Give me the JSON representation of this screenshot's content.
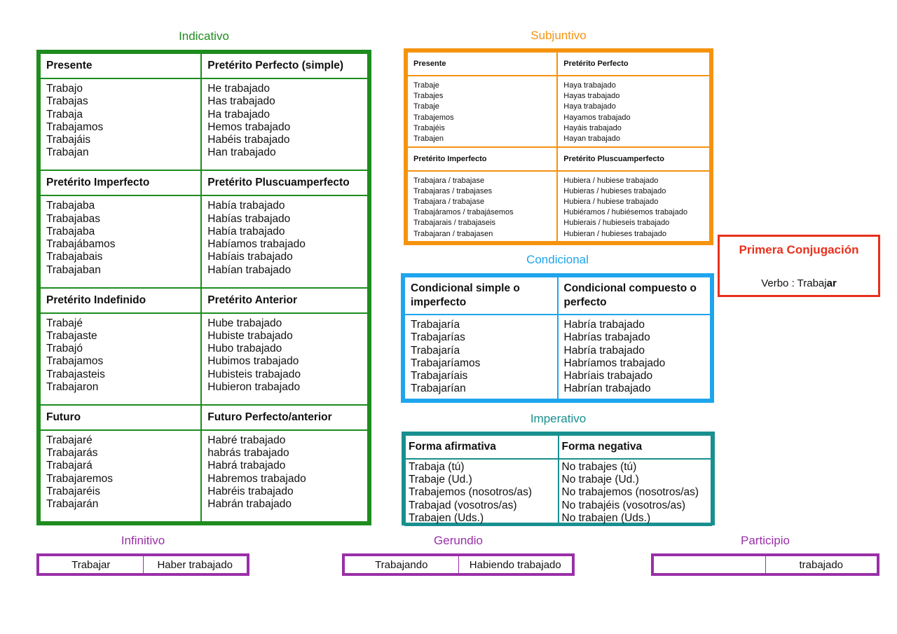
{
  "indicativo": {
    "title": "Indicativo",
    "blocks": [
      {
        "left_header": "Presente",
        "right_header": "Pretérito Perfecto (simple)",
        "left": [
          "Trabajo",
          "Trabajas",
          "Trabaja",
          "Trabajamos",
          "Trabajáis",
          "Trabajan"
        ],
        "right": [
          "He trabajado",
          "Has trabajado",
          "Ha trabajado",
          "Hemos trabajado",
          "Habéis trabajado",
          "Han trabajado"
        ]
      },
      {
        "left_header": "Pretérito Imperfecto",
        "right_header": "Pretérito Pluscuamperfecto",
        "left": [
          "Trabajaba",
          "Trabajabas",
          "Trabajaba",
          "Trabajábamos",
          "Trabajabais",
          "Trabajaban"
        ],
        "right": [
          "Había trabajado",
          "Habías trabajado",
          "Había trabajado",
          "Habíamos trabajado",
          "Habíais trabajado",
          "Habían trabajado"
        ]
      },
      {
        "left_header": "Pretérito Indefinido",
        "right_header": "Pretérito Anterior",
        "left": [
          "Trabajé",
          "Trabajaste",
          "Trabajó",
          "Trabajamos",
          "Trabajasteis",
          "Trabajaron"
        ],
        "right": [
          "Hube trabajado",
          "Hubiste trabajado",
          "Hubo trabajado",
          "Hubimos trabajado",
          "Hubisteis trabajado",
          "Hubieron trabajado"
        ]
      },
      {
        "left_header": "Futuro",
        "right_header": "Futuro Perfecto/anterior",
        "left": [
          "Trabajaré",
          "Trabajarás",
          "Trabajará",
          "Trabajaremos",
          "Trabajaréis",
          "Trabajarán"
        ],
        "right": [
          "Habré trabajado",
          "habrás trabajado",
          "Habrá trabajado",
          "Habremos trabajado",
          "Habréis trabajado",
          "Habrán trabajado"
        ]
      }
    ]
  },
  "subjuntivo": {
    "title": "Subjuntivo",
    "blocks": [
      {
        "left_header": "Presente",
        "right_header": "Pretérito Perfecto",
        "left": [
          "Trabaje",
          "Trabajes",
          "Trabaje",
          "Trabajemos",
          "Trabajéis",
          "Trabajen"
        ],
        "right": [
          "Haya trabajado",
          "Hayas trabajado",
          "Haya trabajado",
          "Hayamos trabajado",
          "Hayáis trabajado",
          "Hayan trabajado"
        ]
      },
      {
        "left_header": "Pretérito Imperfecto",
        "right_header": "Pretérito Pluscuamperfecto",
        "left": [
          "Trabajara / trabajase",
          "Trabajaras / trabajases",
          "Trabajara / trabajase",
          "Trabajáramos / trabajásemos",
          "Trabajarais / trabajaseis",
          "Trabajaran / trabajasen"
        ],
        "right": [
          "Hubiera / hubiese trabajado",
          "Hubieras / hubieses trabajado",
          "Hubiera / hubiese trabajado",
          "Hubiéramos / hubiésemos trabajado",
          "Hubierais / hubieseis trabajado",
          "Hubieran / hubieses trabajado"
        ]
      }
    ]
  },
  "condicional": {
    "title": "Condicional",
    "left_header": "Condicional simple o imperfecto",
    "right_header": "Condicional compuesto o perfecto",
    "left": [
      "Trabajaría",
      "Trabajarías",
      "Trabajaría",
      "Trabajaríamos",
      "Trabajaríais",
      "Trabajarían"
    ],
    "right": [
      "Habría trabajado",
      "Habrías trabajado",
      "Habría trabajado",
      "Habríamos trabajado",
      "Habríais trabajado",
      "Habrían trabajado"
    ]
  },
  "imperativo": {
    "title": "Imperativo",
    "left_header": "Forma afirmativa",
    "right_header": "Forma negativa",
    "left": [
      "Trabaja (tú)",
      "Trabaje (Ud.)",
      "Trabajemos (nosotros/as)",
      "Trabajad (vosotros/as)",
      "Trabajen (Uds.)"
    ],
    "right": [
      "No trabajes (tú)",
      "No trabaje (Ud.)",
      "No trabajemos (nosotros/as)",
      "No trabajéis (vosotros/as)",
      "No trabajen (Uds.)"
    ]
  },
  "conjugacion": {
    "title": "Primera Conjugación",
    "verb_label": "Verbo : ",
    "verb_stem": "Trabaj",
    "verb_ending": "ar"
  },
  "infinitivo": {
    "title": "Infinitivo",
    "simple": "Trabajar",
    "compuesto": "Haber trabajado"
  },
  "gerundio": {
    "title": "Gerundio",
    "simple": "Trabajando",
    "compuesto": "Habiendo trabajado"
  },
  "participio": {
    "title": "Participio",
    "simple": "",
    "compuesto": "trabajado"
  },
  "colors": {
    "indicativo": "#1e8c1e",
    "subjuntivo": "#f5930f",
    "condicional": "#1ea5ee",
    "imperativo": "#18908f",
    "conjugacion": "#e8301c",
    "formas_no_personales": "#9a2fa8"
  }
}
